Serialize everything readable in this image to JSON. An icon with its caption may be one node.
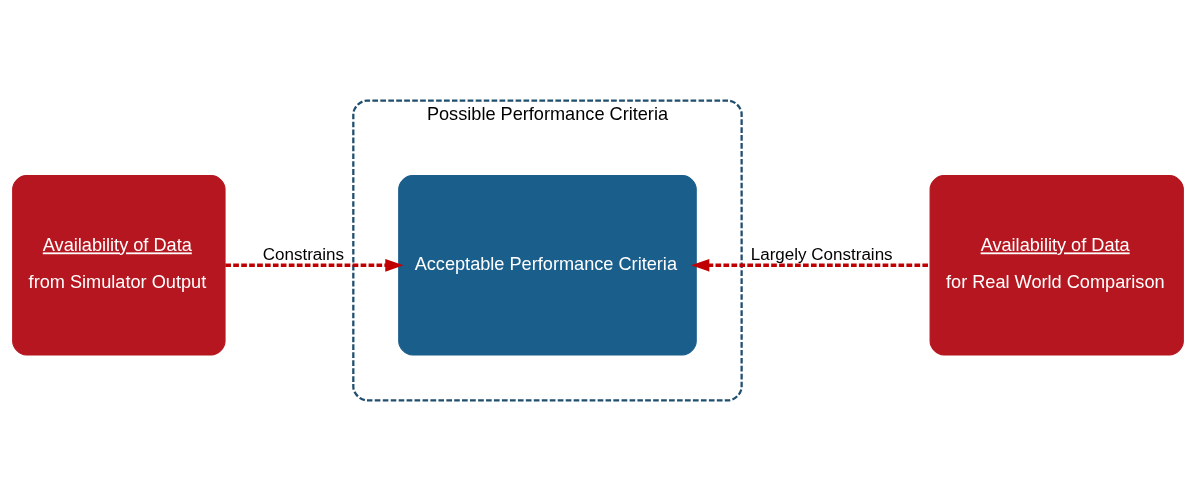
{
  "diagram": {
    "nodes": [
      {
        "text": [
          "Possible Performance Criteria"
        ]
      },
      {
        "text": [
          "Availability of Data",
          "from Simulator Output"
        ]
      },
      {
        "text": [
          "Acceptable Performance Criteria"
        ],
        "in": 0
      },
      {
        "text": [
          "Availability of Data",
          "for Real World Comparison"
        ]
      }
    ],
    "edges": [
      {
        "from": 1,
        "to": 2,
        "arrow": "to",
        "label": "Constrains",
        "style": "dashed"
      },
      {
        "from": 3,
        "to": 2,
        "arrow": "to",
        "label": "Largely Constrains",
        "style": "dashed"
      }
    ]
  }
}
